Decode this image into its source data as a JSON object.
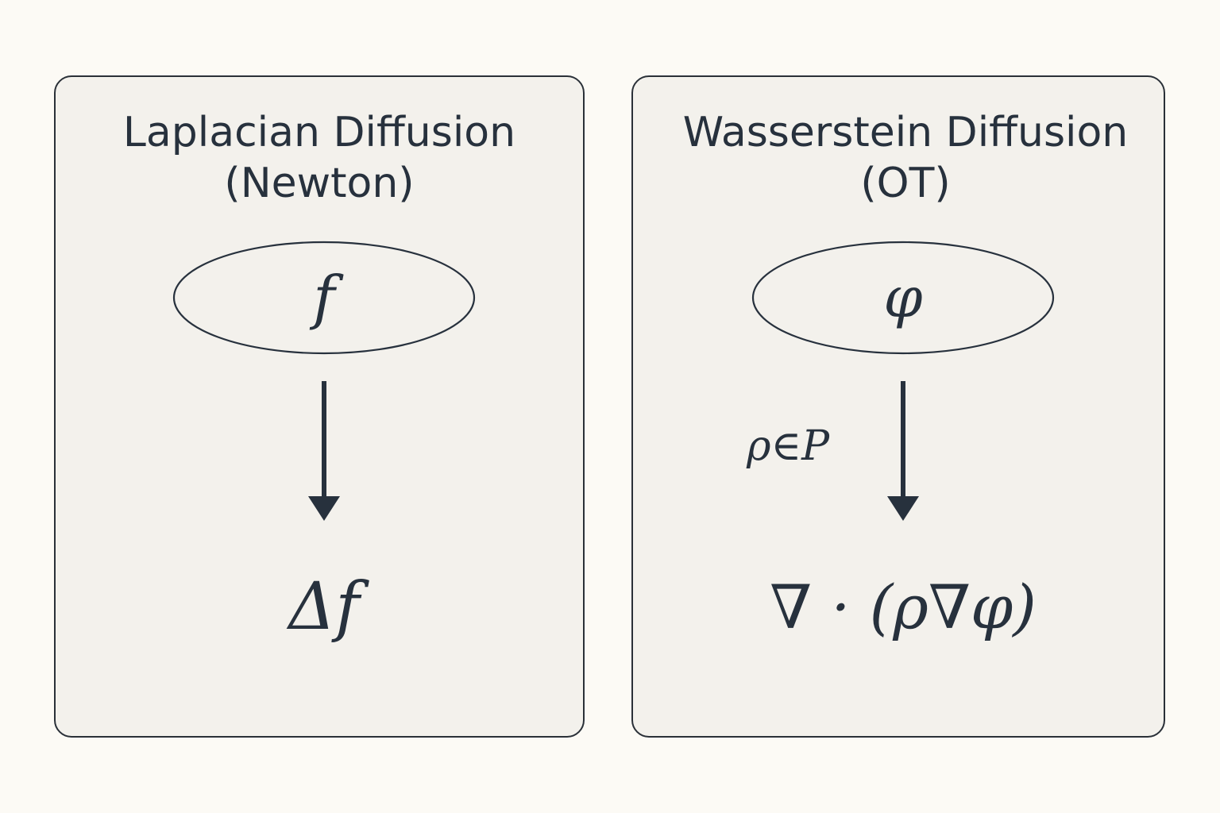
{
  "panels": [
    {
      "title_line1": "Laplacian Diffusion",
      "title_line2": "(Newton)",
      "node_label": "f",
      "arrow_label": "",
      "result": "Δf"
    },
    {
      "title_line1": "Wasserstein Diffusion",
      "title_line2": "(OT)",
      "node_label": "φ",
      "arrow_label": "ρ∈P",
      "result": "∇ · (ρ∇φ)"
    }
  ],
  "colors": {
    "background": "#fcfaf5",
    "panel_fill": "#f3f1ec",
    "ink": "#27313d"
  }
}
